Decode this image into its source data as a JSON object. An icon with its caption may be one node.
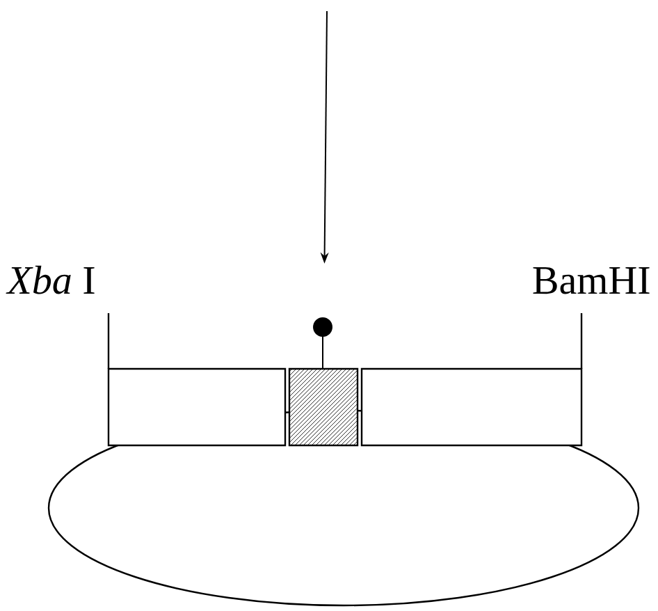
{
  "diagram": {
    "nodes": [
      {
        "text": [],
        "shape": "box"
      },
      {
        "text": [],
        "shape": "box"
      },
      {
        "text": [],
        "shape": "box"
      },
      {
        "text": [],
        "shape": "ellipse"
      }
    ],
    "edges": [
      {
        "from": null,
        "to": 1,
        "arrow": "to"
      }
    ],
    "labels": [
      "*Xba* I",
      "BamHI"
    ]
  }
}
